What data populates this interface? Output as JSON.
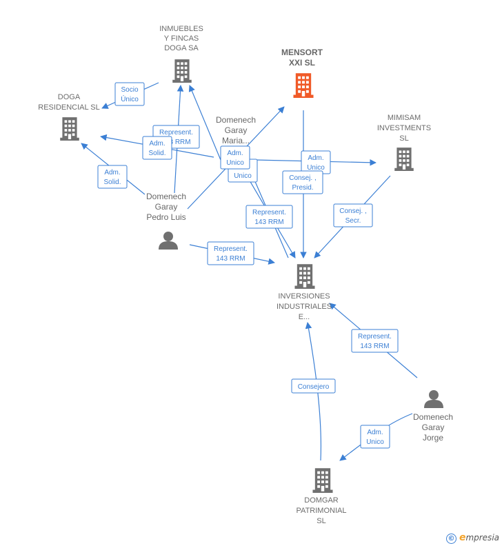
{
  "colors": {
    "edge": "#3b7fd4",
    "building": "#707070",
    "building_highlight": "#f05a28",
    "person": "#707070"
  },
  "nodes": [
    {
      "id": "inmuebles",
      "kind": "building",
      "lines": [
        "INMUEBLES",
        "Y FINCAS",
        "DOGA SA"
      ]
    },
    {
      "id": "mensort",
      "kind": "building-highlight",
      "lines": [
        "MENSORT",
        "XXI  SL"
      ]
    },
    {
      "id": "doga",
      "kind": "building",
      "lines": [
        "DOGA",
        "RESIDENCIAL SL"
      ]
    },
    {
      "id": "mimisam",
      "kind": "building",
      "lines": [
        "MIMISAM",
        "INVESTMENTS",
        "SL"
      ]
    },
    {
      "id": "inversiones",
      "kind": "building",
      "lines": [
        "INVERSIONES",
        "INDUSTRIALES",
        "E..."
      ]
    },
    {
      "id": "domgar",
      "kind": "building",
      "lines": [
        "DOMGAR",
        "PATRIMONIAL",
        "SL"
      ]
    },
    {
      "id": "maria",
      "kind": "person-noicon",
      "lines": [
        "Domenech",
        "Garay",
        "Maria..."
      ]
    },
    {
      "id": "pedro",
      "kind": "person",
      "lines": [
        "Domenech",
        "Garay",
        "Pedro Luis"
      ]
    },
    {
      "id": "jorge",
      "kind": "person",
      "lines": [
        "Domenech",
        "Garay",
        "Jorge"
      ]
    }
  ],
  "edge_labels": [
    {
      "id": "socio-unico",
      "lines": [
        "Socio",
        "Único"
      ]
    },
    {
      "id": "represent-inm",
      "lines": [
        "Represent.",
        "143 RRM"
      ]
    },
    {
      "id": "adm-solid-doga-1",
      "lines": [
        "Adm.",
        "Solid."
      ]
    },
    {
      "id": "adm-unico-maria-mensort",
      "lines": [
        "Adm.",
        "Unico"
      ]
    },
    {
      "id": "unico",
      "lines": [
        "Unico"
      ]
    },
    {
      "id": "adm-unico-mimisam",
      "lines": [
        "Adm.",
        "Unico"
      ]
    },
    {
      "id": "consej-presid",
      "lines": [
        "Consej. ,",
        "Presid."
      ]
    },
    {
      "id": "adm-solid-doga-2",
      "lines": [
        "Adm.",
        "Solid."
      ]
    },
    {
      "id": "represent-maria-inv",
      "lines": [
        "Represent.",
        "143 RRM"
      ]
    },
    {
      "id": "consej-secr",
      "lines": [
        "Consej. ,",
        "Secr."
      ]
    },
    {
      "id": "represent-pedro-inv",
      "lines": [
        "Represent.",
        "143 RRM"
      ]
    },
    {
      "id": "represent-jorge-inv",
      "lines": [
        "Represent.",
        "143 RRM"
      ]
    },
    {
      "id": "consejero",
      "lines": [
        "Consejero"
      ]
    },
    {
      "id": "adm-unico-jorge-domgar",
      "lines": [
        "Adm.",
        "Unico"
      ]
    }
  ],
  "footer": {
    "copyright": "©",
    "brand_e": "e",
    "brand_rest": "mpresia"
  }
}
